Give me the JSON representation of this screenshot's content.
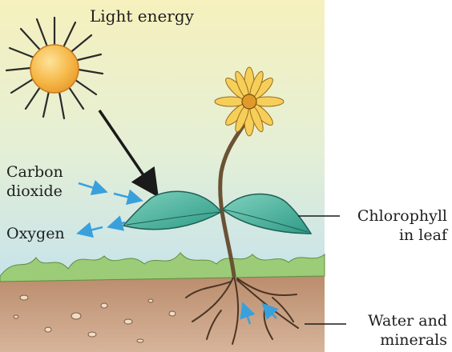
{
  "labels": {
    "light": "Light energy",
    "carbon_line1": "Carbon",
    "carbon_line2": "dioxide",
    "oxygen": "Oxygen",
    "chlorophyll_line1": "Chlorophyll",
    "chlorophyll_line2": "in leaf",
    "water_line1": "Water and",
    "water_line2": "minerals"
  },
  "colors": {
    "sky_top": "#f4f0b8",
    "sky_bottom": "#cfe6ec",
    "sun": "#f3b23a",
    "leaf": "#4fb7a4",
    "soil": "#c79c7d",
    "grass": "#8fbf6a",
    "arrow_blue": "#3aa0dc",
    "flower": "#f4c84a"
  }
}
